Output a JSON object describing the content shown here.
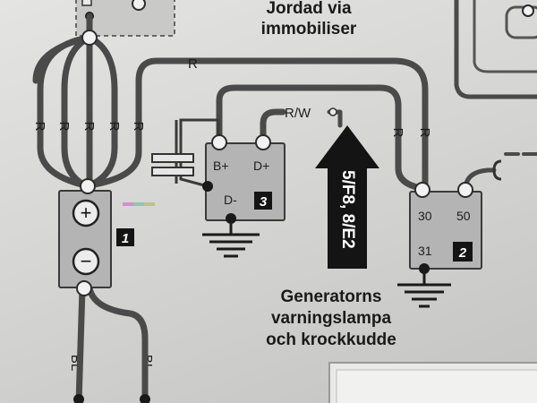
{
  "top_label": {
    "line1": "Jordad via",
    "line2": "immobiliser"
  },
  "wire_labels": {
    "top_r": "R",
    "battery_r": [
      "R",
      "R",
      "R",
      "R",
      "R"
    ],
    "rw": "R/W",
    "relay_r": [
      "R",
      "R"
    ],
    "bl": [
      "BL",
      "BL"
    ]
  },
  "battery": {
    "tag": "1",
    "plus": "+",
    "minus": "−"
  },
  "alternator": {
    "tag": "3",
    "b_plus": "B+",
    "d_plus": "D+",
    "d_minus": "D-"
  },
  "starter": {
    "tag": "2",
    "t30": "30",
    "t50": "50",
    "t31": "31"
  },
  "arrow_text": "5/F8, 8/E2",
  "caption": {
    "line1": "Generatorns",
    "line2": "varningslampa",
    "line3": "och krockkudde"
  }
}
